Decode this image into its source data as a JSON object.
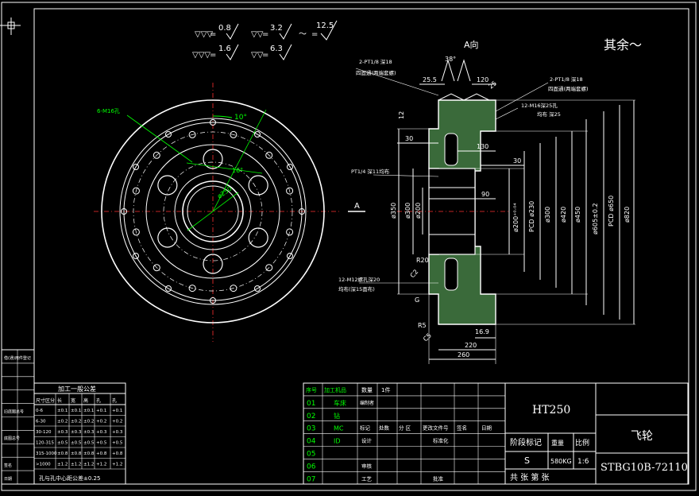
{
  "drawing": {
    "title_cn": "飞轮",
    "drawing_no": "STBG10B-72110",
    "material": "HT250",
    "scale": "1:6",
    "weight": "580KG",
    "stage_mark": "S",
    "remaining_note": "其余～"
  },
  "roughness": {
    "r1": "0.8",
    "r2": "3.2",
    "r3": "12.5",
    "r4": "1.6",
    "r5": "6.3",
    "sym1": "▽▽▽",
    "sym2": "▽▽",
    "sym3": "▽▽▽",
    "sym4": "▽▽",
    "sym5": "～"
  },
  "front_view": {
    "hole_note": "6-M16孔",
    "angle_note": "10°",
    "pcd_note": "16°",
    "dia_note": "ø250",
    "section_mark": "A"
  },
  "section_view": {
    "view_label": "A向",
    "angle_top": "38°",
    "note_tl": "2-PT1/8  深18",
    "note_tl2": "四面通(两端套螺)",
    "note_tr": "2-PT1/8  深18",
    "note_tr2": "四面通(两端套螺)",
    "note_r": "12-M16深25孔",
    "note_r2": "均布 深25",
    "note_l": "PT1/4  深11均布",
    "note_bl": "12-M12螺孔深20",
    "note_bl2": "均布(深15面布)",
    "dims": {
      "d25_5": "25.5",
      "d120": "120",
      "d25": "25",
      "d12": "12",
      "d30a": "30",
      "d130": "130",
      "d30b": "30",
      "d90": "90",
      "d220": "220",
      "d260": "260",
      "d16_9": "16.9",
      "dia350": "ø350",
      "dia300": "ø300",
      "dia200": "ø200",
      "dia200h": "ø200⁺⁰·⁰⁴",
      "pcd230": "PCD ø230",
      "dia300b": "ø300",
      "dia420": "ø420",
      "dia4b": "ø450",
      "dia605": "ø605±0.2",
      "pcd650": "PCD ø650",
      "dia820": "ø820",
      "r20": "R20",
      "c2": "C2",
      "c5": "C5",
      "g": "G",
      "r5": "R5"
    }
  },
  "tolerance_table": {
    "title": "加工一般公差",
    "headers": [
      "尺寸区分",
      "长",
      "宽",
      "高",
      "孔",
      "孔"
    ],
    "rows": [
      [
        "0-6",
        "±0.1",
        "±0.1",
        "±0.1",
        "+0.1",
        "+0.1"
      ],
      [
        "6-30",
        "±0.2",
        "±0.2",
        "±0.2",
        "+0.2",
        "+0.2"
      ],
      [
        "30-120",
        "±0.3",
        "±0.3",
        "±0.3",
        "+0.3",
        "+0.3"
      ],
      [
        "120-315",
        "±0.5",
        "±0.5",
        "±0.5",
        "+0.5",
        "+0.5"
      ],
      [
        "315-1000",
        "±0.8",
        "±0.8",
        "±0.8",
        "+0.8",
        "+0.8"
      ],
      [
        ">1000",
        "±1.2",
        "±1.2",
        "±1.2",
        "+1.2",
        "+1.2"
      ]
    ],
    "footer": "孔与孔中心距公差±0.25"
  },
  "left_margin": {
    "items": [
      "借(通)用件登记",
      "",
      "",
      "",
      "旧底图总号",
      "",
      "底图总号",
      "",
      "签名",
      "日期"
    ]
  },
  "process_table": {
    "header_seq": "序号",
    "header_name": "加工机品",
    "rows": [
      {
        "seq": "01",
        "name": "车床"
      },
      {
        "seq": "02",
        "name": "钻"
      },
      {
        "seq": "03",
        "name": "MC"
      },
      {
        "seq": "04",
        "name": "ID"
      },
      {
        "seq": "05",
        "name": ""
      },
      {
        "seq": "06",
        "name": ""
      },
      {
        "seq": "07",
        "name": ""
      }
    ],
    "col_weight": "数量",
    "col_unit": "1件",
    "col_draw": "编制者",
    "row_mark": "标记",
    "row_count": "处数",
    "row_zone": "分 区",
    "row_doc": "更改文件号",
    "row_sign": "签名",
    "row_date": "日期",
    "design": "设计",
    "standard": "标准化",
    "review": "审核",
    "craft": "工艺",
    "approve": "批准"
  },
  "title_block": {
    "stage_label": "阶段标记",
    "weight_label": "重量",
    "scale_label": "比例",
    "sheets": "共    张  第    张"
  }
}
